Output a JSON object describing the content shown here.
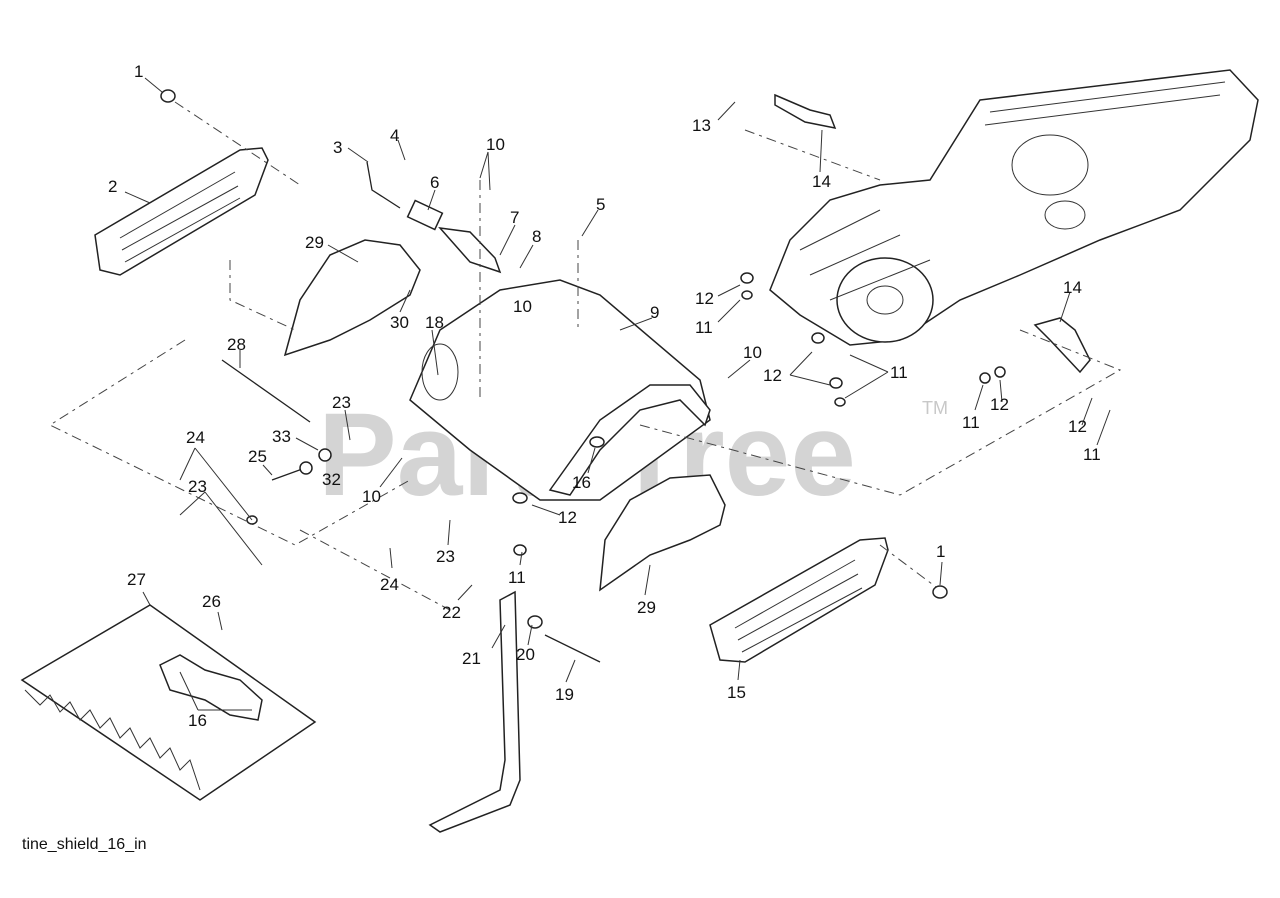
{
  "watermark": {
    "text": "PartsTree",
    "trademark": "TM"
  },
  "caption": "tine_shield_16_in",
  "callouts": [
    {
      "id": "c1a",
      "text": "1"
    },
    {
      "id": "c2",
      "text": "2"
    },
    {
      "id": "c3",
      "text": "3"
    },
    {
      "id": "c4",
      "text": "4"
    },
    {
      "id": "c10a",
      "text": "10"
    },
    {
      "id": "c6",
      "text": "6"
    },
    {
      "id": "c5",
      "text": "5"
    },
    {
      "id": "c7",
      "text": "7"
    },
    {
      "id": "c8",
      "text": "8"
    },
    {
      "id": "c29a",
      "text": "29"
    },
    {
      "id": "c30",
      "text": "30"
    },
    {
      "id": "c18",
      "text": "18"
    },
    {
      "id": "c10b",
      "text": "10"
    },
    {
      "id": "c9",
      "text": "9"
    },
    {
      "id": "c13",
      "text": "13"
    },
    {
      "id": "c14a",
      "text": "14"
    },
    {
      "id": "c12a",
      "text": "12"
    },
    {
      "id": "c11a",
      "text": "11"
    },
    {
      "id": "c14b",
      "text": "14"
    },
    {
      "id": "c10c",
      "text": "10"
    },
    {
      "id": "c12b",
      "text": "12"
    },
    {
      "id": "c11b",
      "text": "11"
    },
    {
      "id": "c11c",
      "text": "11"
    },
    {
      "id": "c12c",
      "text": "12"
    },
    {
      "id": "c12d",
      "text": "12"
    },
    {
      "id": "c11d",
      "text": "11"
    },
    {
      "id": "c28",
      "text": "28"
    },
    {
      "id": "c23a",
      "text": "23"
    },
    {
      "id": "c33",
      "text": "33"
    },
    {
      "id": "c25",
      "text": "25"
    },
    {
      "id": "c32",
      "text": "32"
    },
    {
      "id": "c10d",
      "text": "10"
    },
    {
      "id": "c16a",
      "text": "16"
    },
    {
      "id": "c12e",
      "text": "12"
    },
    {
      "id": "c24a",
      "text": "24"
    },
    {
      "id": "c23b",
      "text": "23"
    },
    {
      "id": "c23c",
      "text": "23"
    },
    {
      "id": "c24b",
      "text": "24"
    },
    {
      "id": "c11e",
      "text": "11"
    },
    {
      "id": "c22",
      "text": "22"
    },
    {
      "id": "c21",
      "text": "21"
    },
    {
      "id": "c20",
      "text": "20"
    },
    {
      "id": "c19",
      "text": "19"
    },
    {
      "id": "c29b",
      "text": "29"
    },
    {
      "id": "c1b",
      "text": "1"
    },
    {
      "id": "c15",
      "text": "15"
    },
    {
      "id": "c27",
      "text": "27"
    },
    {
      "id": "c26",
      "text": "26"
    },
    {
      "id": "c16b",
      "text": "16"
    }
  ]
}
